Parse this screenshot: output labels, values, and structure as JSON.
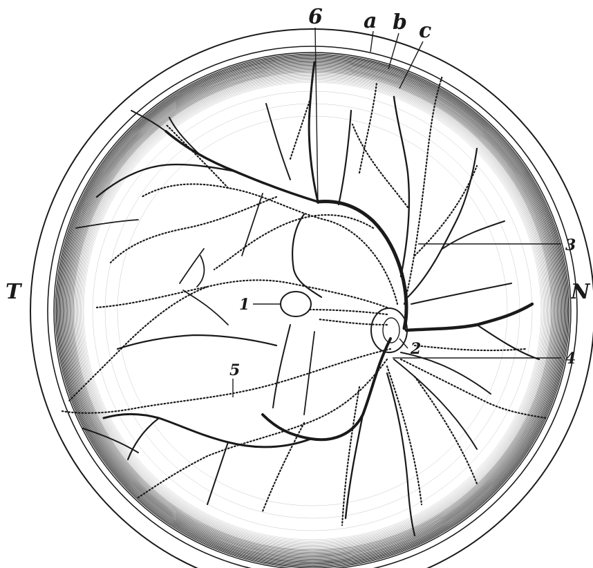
{
  "labels": {
    "top_a": "a",
    "top_b": "b",
    "top_c": "c",
    "temporal": "T",
    "nasal": "N",
    "n1": "1",
    "n2": "2",
    "n3": "3",
    "n4": "4",
    "n5": "5",
    "n6": "6"
  },
  "colors": {
    "ink": "#1a1a1a",
    "paper": "#ffffff"
  }
}
